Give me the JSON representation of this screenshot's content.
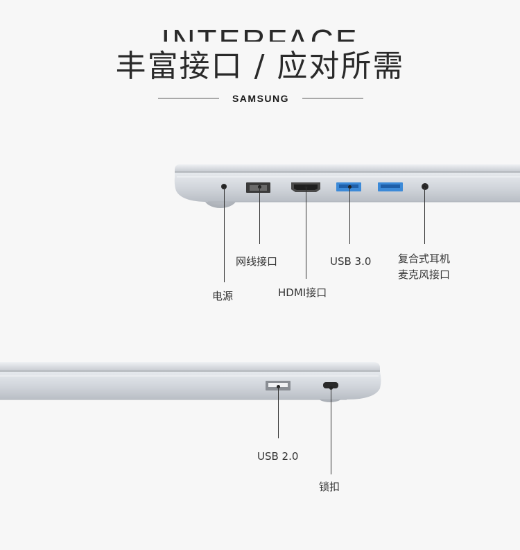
{
  "header": {
    "title_en": "INTERFACE",
    "title_cn": "丰富接口 / 应对所需",
    "brand": "SAMSUNG"
  },
  "right_side": {
    "ports": [
      {
        "name": "power",
        "label": "电源"
      },
      {
        "name": "ethernet",
        "label": "网线接口"
      },
      {
        "name": "hdmi",
        "label": "HDMI接口"
      },
      {
        "name": "usb3",
        "label": "USB 3.0"
      },
      {
        "name": "audio",
        "label_line1": "复合式耳机",
        "label_line2": "麦克风接口"
      }
    ]
  },
  "left_side": {
    "ports": [
      {
        "name": "usb2",
        "label": "USB 2.0"
      },
      {
        "name": "lock",
        "label": "锁扣"
      }
    ]
  },
  "colors": {
    "background": "#f7f7f7",
    "laptop_body": "#d4d8dd",
    "usb3_blue": "#3c8ad8",
    "text": "#333333"
  }
}
